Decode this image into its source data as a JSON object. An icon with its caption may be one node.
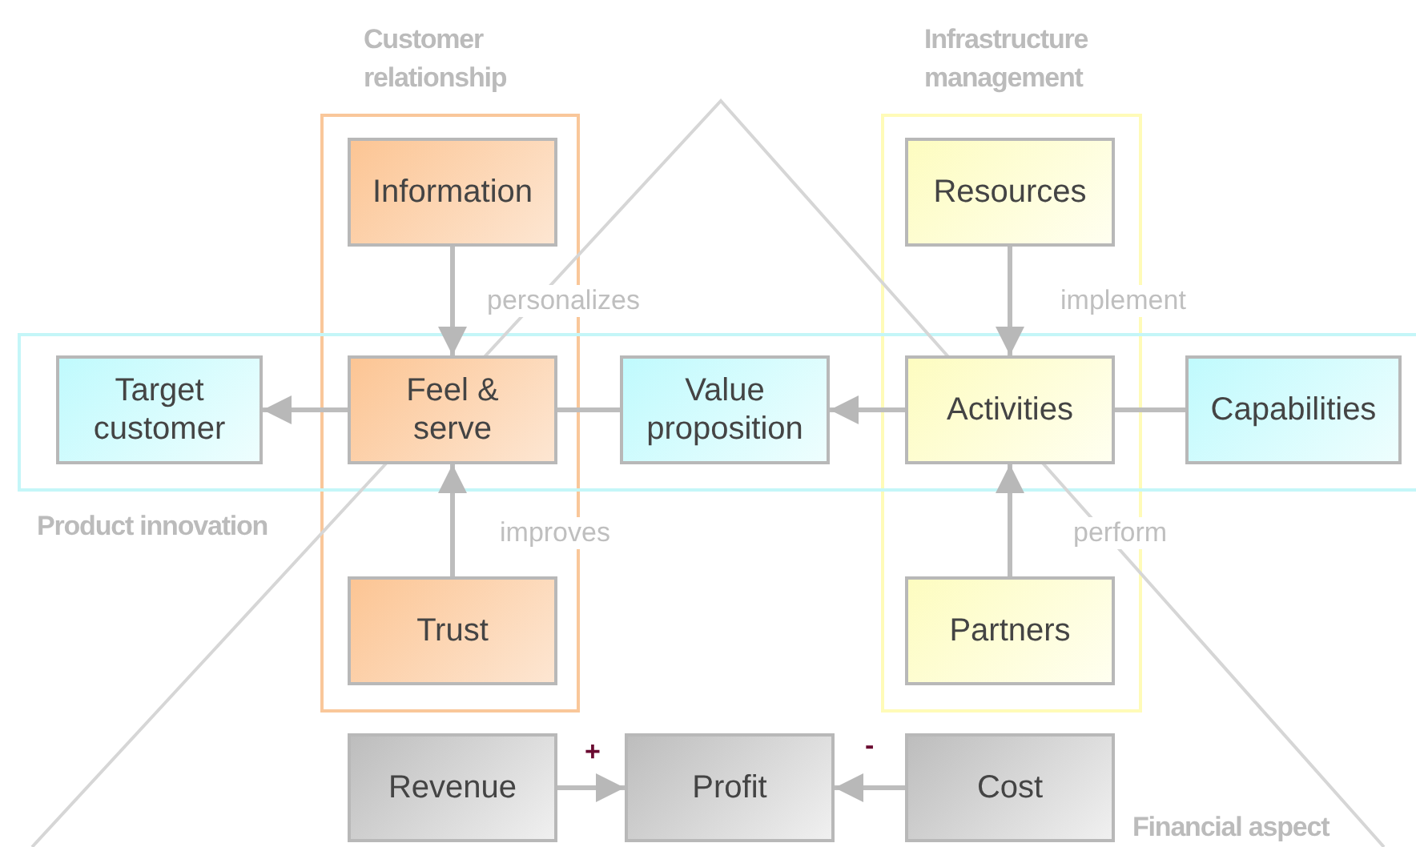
{
  "diagram": {
    "nodes": [
      {
        "text": [
          "Customer relationship"
        ]
      },
      {
        "text": [
          "Information"
        ],
        "in": 0
      },
      {
        "text": [
          "Feel & serve"
        ]
      },
      {
        "text": [
          "Trust"
        ],
        "in": 0
      },
      {
        "text": [
          "Infrastructure management"
        ]
      },
      {
        "text": [
          "Resources"
        ],
        "in": 4
      },
      {
        "text": [
          "Activities"
        ]
      },
      {
        "text": [
          "Partners"
        ],
        "in": 4
      },
      {
        "text": [
          "Product innovation"
        ]
      },
      {
        "text": [
          "Target customer"
        ],
        "in": 8
      },
      {
        "text": [
          "Value proposition"
        ],
        "in": 8
      },
      {
        "text": [
          "Capabilities"
        ],
        "in": 8
      },
      {
        "text": [
          "Revenue"
        ]
      },
      {
        "text": [
          "Profit"
        ]
      },
      {
        "text": [
          "Cost"
        ]
      }
    ],
    "edges": [
      {
        "from": 1,
        "to": 2,
        "arrow": "to",
        "label": "personalizes"
      },
      {
        "from": 3,
        "to": 2,
        "arrow": "to",
        "label": "improves"
      },
      {
        "from": 5,
        "to": 6,
        "arrow": "to",
        "label": "implement"
      },
      {
        "from": 7,
        "to": 6,
        "arrow": "to",
        "label": "perform"
      },
      {
        "from": 2,
        "to": 9,
        "arrow": "to"
      },
      {
        "from": 10,
        "to": 2,
        "arrow": "none"
      },
      {
        "from": 6,
        "to": 10,
        "arrow": "to"
      },
      {
        "from": 11,
        "to": 6,
        "arrow": "none"
      },
      {
        "from": 12,
        "to": 13,
        "arrow": "to",
        "label": "+"
      },
      {
        "from": 14,
        "to": 13,
        "arrow": "to",
        "label": "-"
      }
    ],
    "labels": [
      "Financial aspect"
    ]
  }
}
